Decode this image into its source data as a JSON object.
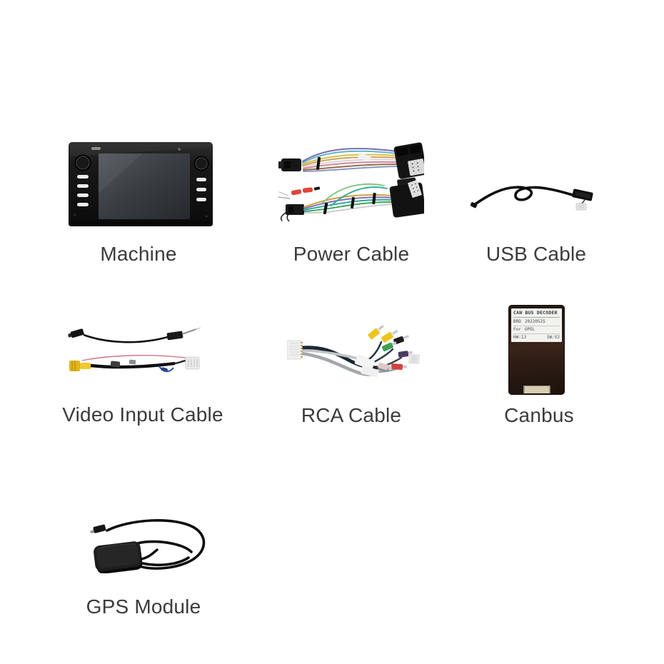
{
  "page": {
    "background": "#ffffff",
    "description_items_count": "7"
  },
  "palette": {
    "background": "#ffffff",
    "label_text": "#3b3b3b",
    "rca_yellow": "#eec41f",
    "rca_green": "#3fa052",
    "rca_red": "#d5423e",
    "video_jack_yellow": "#e8bd1e",
    "canbus_body": "#2f1d15",
    "canbus_sticker_bg": "#f2f2ef"
  },
  "items": [
    {
      "id": "machine",
      "label": "Machine"
    },
    {
      "id": "power-cable",
      "label": "Power Cable"
    },
    {
      "id": "usb-cable",
      "label": "USB Cable"
    },
    {
      "id": "video-input-cable",
      "label": "Video Input Cable"
    },
    {
      "id": "rca-cable",
      "label": "RCA Cable"
    },
    {
      "id": "canbus",
      "label": "Canbus"
    },
    {
      "id": "gps-module",
      "label": "GPS Module"
    }
  ],
  "canbus_sticker": {
    "title": "CAN BUS DECODER",
    "row2_key": "BRD",
    "row2_value": "20220525",
    "row3_key": "For",
    "row3_value": "OPEL",
    "row4_left": "HW:13",
    "row4_right": "SW:V2"
  }
}
